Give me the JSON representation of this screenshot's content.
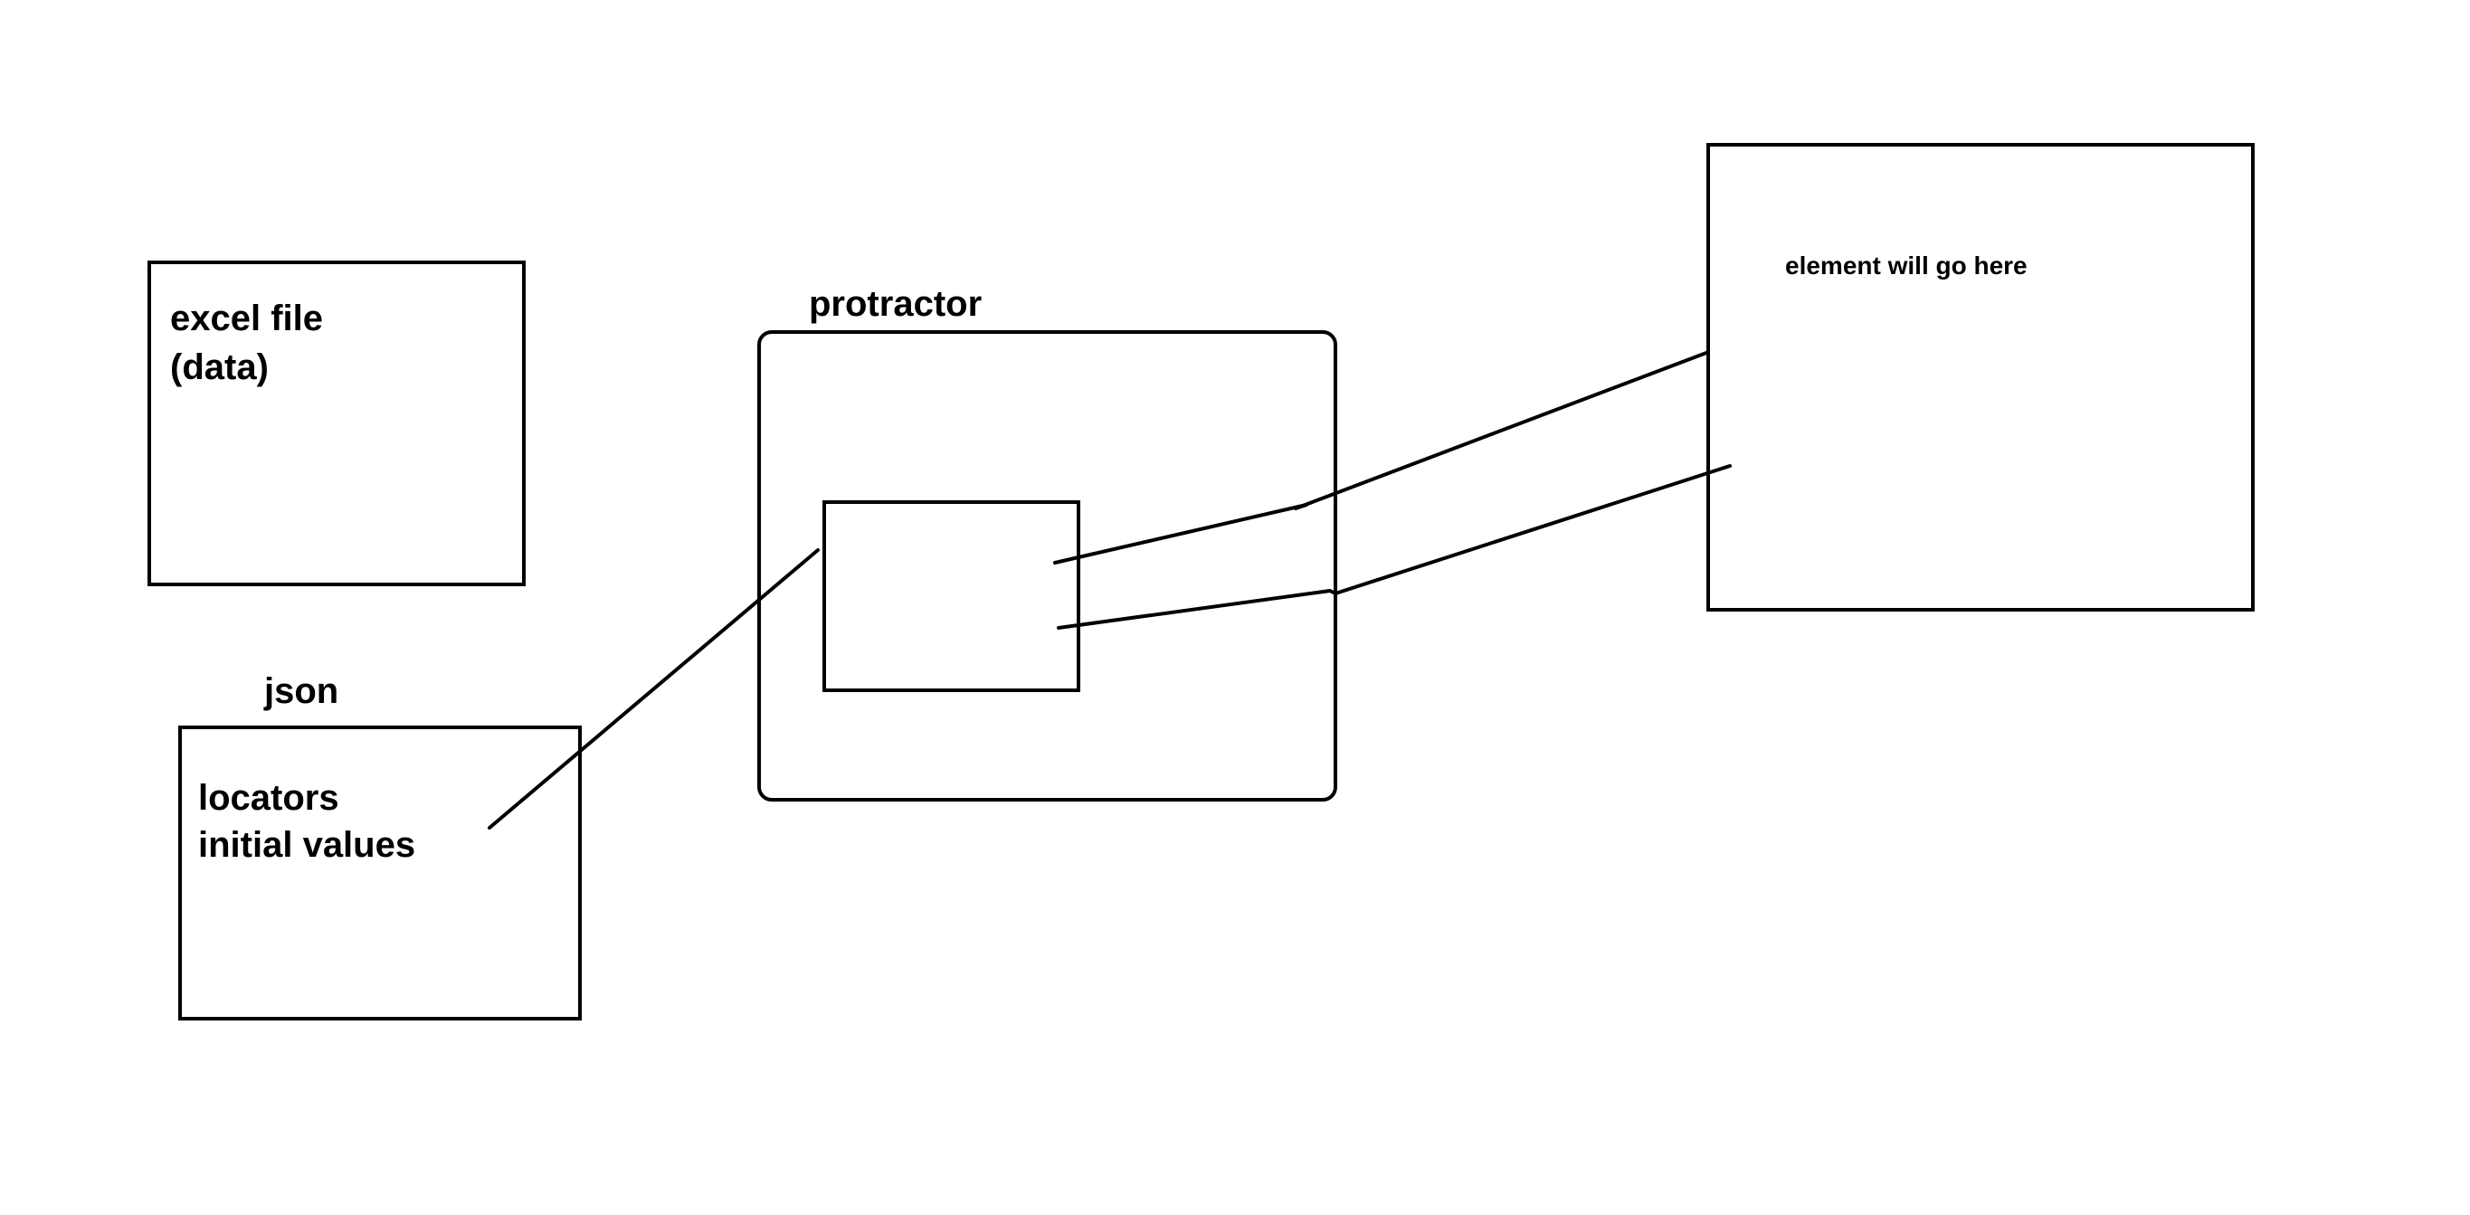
{
  "excel": {
    "line1": "excel file",
    "line2": "(data)"
  },
  "json_box": {
    "title": "json",
    "line1": "locators",
    "line2": "initial values"
  },
  "protractor": {
    "title": "protractor"
  },
  "target": {
    "text": "element will go here"
  },
  "colors": {
    "stroke": "#000000",
    "background": "#ffffff"
  }
}
